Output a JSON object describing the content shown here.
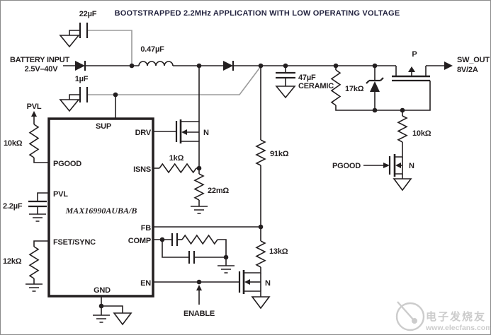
{
  "title": "BOOTSTRAPPED 2.2MHz APPLICATION WITH LOW OPERATING VOLTAGE",
  "ic": {
    "part": "MAX16990AUBA/B",
    "pin_sup": "SUP",
    "pin_drv": "DRV",
    "pin_isns": "ISNS",
    "pin_fb": "FB",
    "pin_comp": "COMP",
    "pin_en": "EN",
    "pin_gnd": "GND",
    "pin_pgood": "PGOOD",
    "pin_pvl": "PVL",
    "pin_fset": "FSET/SYNC"
  },
  "io": {
    "battery1": "BATTERY INPUT",
    "battery2": "2.5V–40V",
    "pvl_rail": "PVL",
    "enable": "ENABLE",
    "pgood_signal": "PGOOD",
    "swout1": "SW_OUT",
    "swout2": "8V/2A"
  },
  "parts": {
    "c_boot": "22µF",
    "c_sup": "1µF",
    "inductor": "0.47µF",
    "c_out": "47µF",
    "c_out_type": "CERAMIC",
    "r_pgood_pullup": "10kΩ",
    "c_pvl": "2.2µF",
    "r_fset": "12kΩ",
    "r_isns": "1kΩ",
    "r_sense": "22mΩ",
    "r_fb_top": "91kΩ",
    "r_fb_bot": "13kΩ",
    "r_gate_pull": "17kΩ",
    "r_gate_lower": "10kΩ"
  },
  "fets": {
    "main": "N",
    "enable_fet": "N",
    "pgood_fet": "N",
    "output_fet": "P"
  },
  "watermark": {
    "name": "电子发烧友",
    "site": "www.elecfans.com"
  },
  "colors": {
    "line": "#231f20",
    "bootstrap_line": "#9b9b9b",
    "title_text": "#23233f",
    "watermark": "#cccccc",
    "background": "#ffffff"
  }
}
